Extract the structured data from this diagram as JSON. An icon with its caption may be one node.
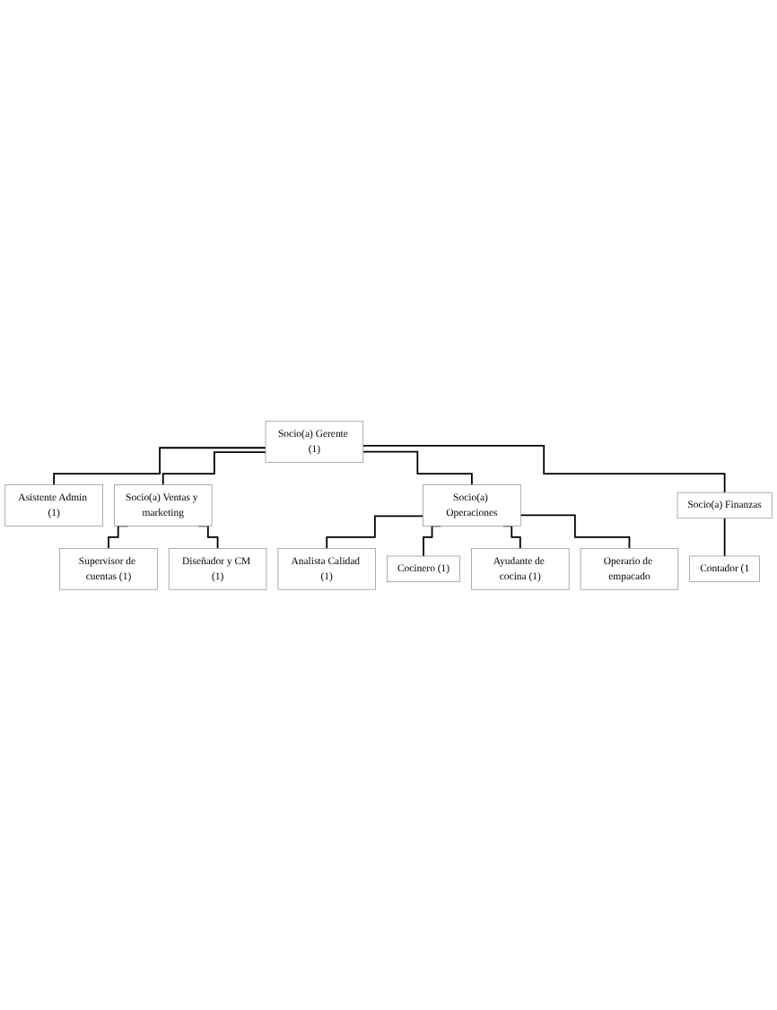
{
  "diagram": {
    "nodes": [
      {
        "text": [
          "Socio(a) Gerente (1)"
        ]
      },
      {
        "text": [
          "Asistente Admin (1)"
        ]
      },
      {
        "text": [
          "Socio(a) Ventas y marketing"
        ]
      },
      {
        "text": [
          "Socio(a) Operaciones"
        ]
      },
      {
        "text": [
          "Socio(a) Finanzas"
        ]
      },
      {
        "text": [
          "Supervisor de cuentas (1)"
        ]
      },
      {
        "text": [
          "Diseñador y CM (1)"
        ]
      },
      {
        "text": [
          "Analista Calidad (1)"
        ]
      },
      {
        "text": [
          "Cocinero (1)"
        ]
      },
      {
        "text": [
          "Ayudante de cocina (1)"
        ]
      },
      {
        "text": [
          "Operario de empacado"
        ]
      },
      {
        "text": [
          "Contador (1"
        ]
      }
    ],
    "edges": [
      {
        "from": 0,
        "to": 1,
        "arrow": "none"
      },
      {
        "from": 0,
        "to": 2,
        "arrow": "none"
      },
      {
        "from": 0,
        "to": 3,
        "arrow": "none"
      },
      {
        "from": 0,
        "to": 4,
        "arrow": "none"
      },
      {
        "from": 2,
        "to": 5,
        "arrow": "none"
      },
      {
        "from": 2,
        "to": 6,
        "arrow": "none"
      },
      {
        "from": 3,
        "to": 7,
        "arrow": "none"
      },
      {
        "from": 3,
        "to": 8,
        "arrow": "none"
      },
      {
        "from": 3,
        "to": 9,
        "arrow": "none"
      },
      {
        "from": 3,
        "to": 10,
        "arrow": "none"
      },
      {
        "from": 4,
        "to": 11,
        "arrow": "none"
      }
    ]
  }
}
